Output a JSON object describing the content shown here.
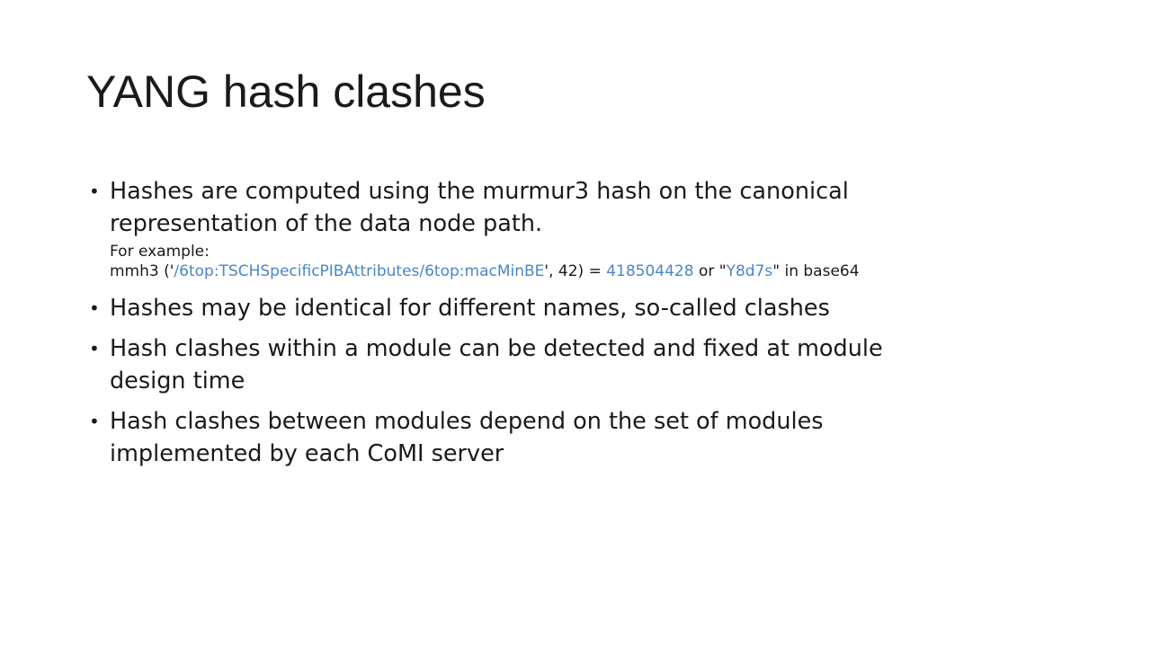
{
  "slide": {
    "title": "YANG hash clashes",
    "bullet_char": "•",
    "accent_color": "#4a86c5",
    "bullets": [
      {
        "text_line1": "Hashes are computed using the murmur3 hash on the canonical",
        "text_line2": "representation of the data node path.",
        "example_label": "For example:",
        "example": {
          "prefix": "mmh3 ('",
          "path": "/6top:TSCHSpecificPIBAttributes/6top:macMinBE",
          "middle": "', 42) = ",
          "hash_value": "418504428",
          "or_text": " or \"",
          "base64_value": "Y8d7s",
          "suffix": "\" in base64"
        }
      },
      {
        "text": "Hashes may be identical for different names, so-called clashes"
      },
      {
        "text_line1": "Hash clashes within a module can be detected and fixed at module",
        "text_line2": "design time"
      },
      {
        "text_line1": "Hash clashes between modules depend on the set of modules",
        "text_line2": "implemented by each CoMI server"
      }
    ]
  }
}
